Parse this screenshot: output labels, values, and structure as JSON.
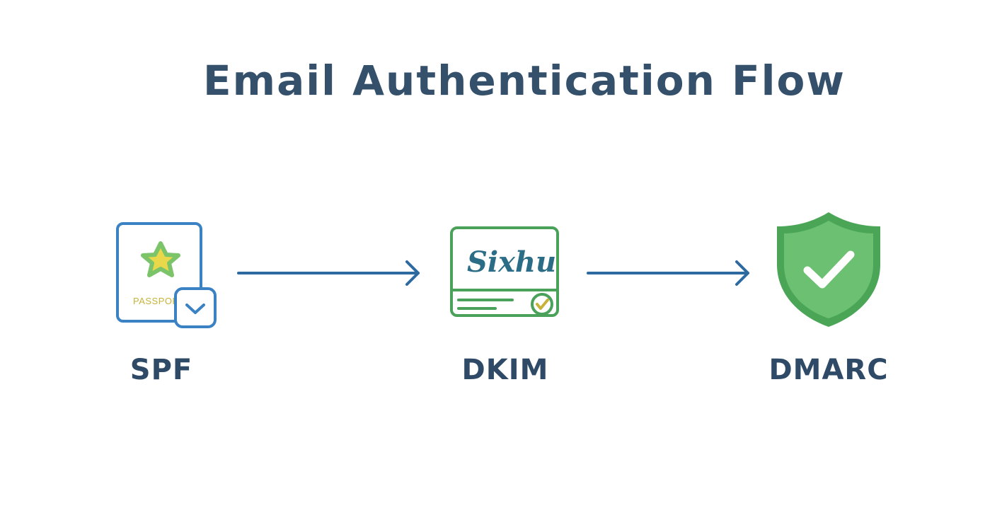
{
  "title": "Email Authentication Flow",
  "nodes": [
    {
      "id": "spf",
      "label": "SPF",
      "icon": "passport-icon",
      "icon_text": "PASSPORT"
    },
    {
      "id": "dkim",
      "label": "DKIM",
      "icon": "signature-certificate-icon",
      "icon_text": "Sixhu"
    },
    {
      "id": "dmarc",
      "label": "DMARC",
      "icon": "shield-check-icon"
    }
  ],
  "edges": [
    {
      "from": "spf",
      "to": "dkim"
    },
    {
      "from": "dkim",
      "to": "dmarc"
    }
  ],
  "colors": {
    "title": "#34506b",
    "label": "#2f4a66",
    "arrow": "#2d6aa0",
    "spf_stroke": "#3b82c4",
    "star_fill": "#e8d84a",
    "star_outline": "#7cc46a",
    "passport_text": "#c7b33a",
    "dkim_stroke": "#4aa15a",
    "signature": "#2b6c86",
    "shield_fill": "#6cc071",
    "shield_stroke": "#4aa656"
  }
}
